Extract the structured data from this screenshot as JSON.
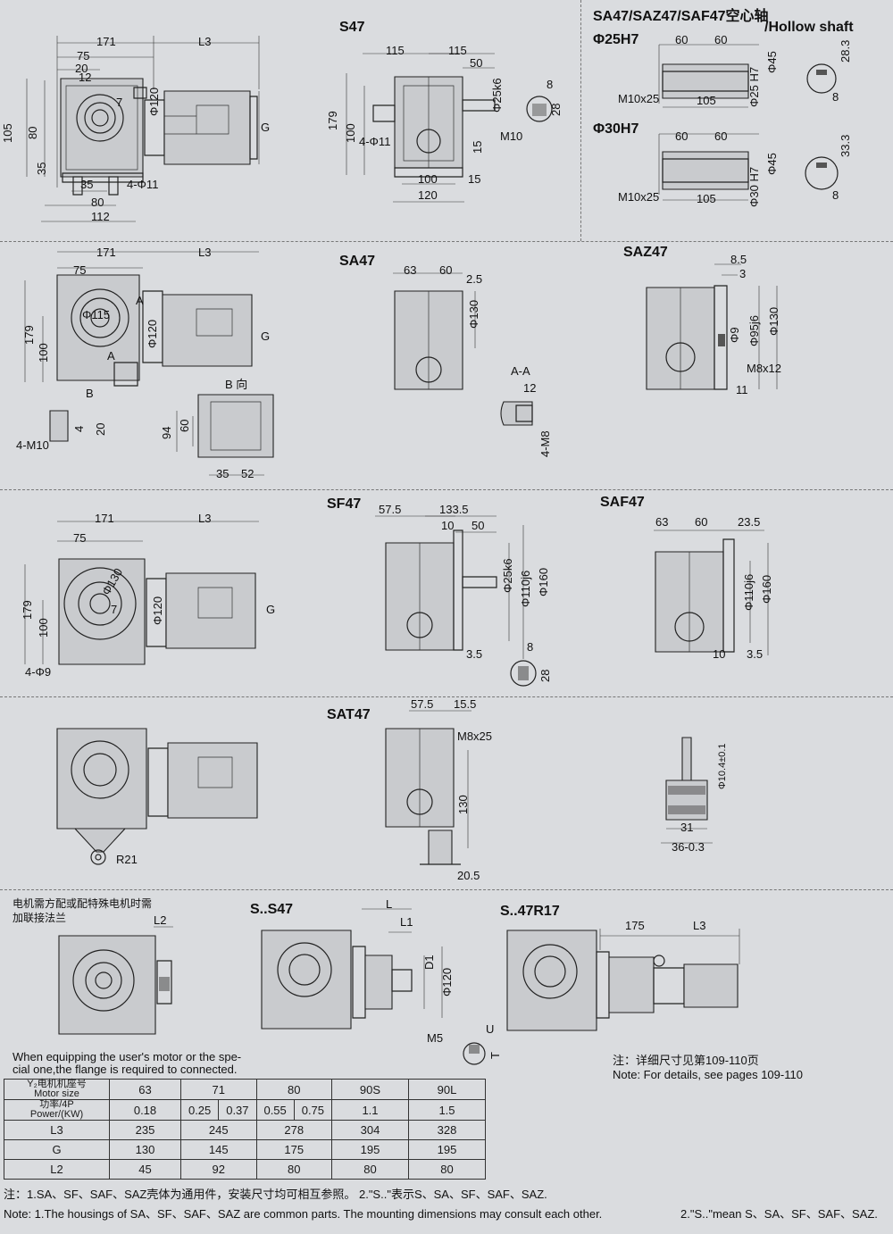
{
  "sections": {
    "s47": {
      "title": "S47",
      "dims": [
        "171",
        "L3",
        "75",
        "20",
        "12",
        "7",
        "Φ120",
        "G",
        "105",
        "80",
        "35",
        "35",
        "4-Φ11",
        "80",
        "112",
        "115",
        "115",
        "50",
        "Φ25k6",
        "8",
        "28",
        "M10",
        "179",
        "100",
        "4-Φ11",
        "15",
        "15",
        "100",
        "120"
      ]
    },
    "hollow": {
      "title": "SA47/SAZ47/SAF47空心轴",
      "title_en": "/Hollow shaft",
      "h25": "Φ25H7",
      "h30": "Φ30H7",
      "dims25": [
        "60",
        "60",
        "Φ45",
        "Φ25 H7",
        "M10x25",
        "105",
        "28.3",
        "8"
      ],
      "dims30": [
        "60",
        "60",
        "Φ45",
        "Φ30 H7",
        "M10x25",
        "105",
        "33.3",
        "8"
      ]
    },
    "sa47": {
      "title": "SA47",
      "dims": [
        "171",
        "L3",
        "75",
        "Φ115",
        "A",
        "A",
        "Φ120",
        "G",
        "179",
        "100",
        "B",
        "63",
        "60",
        "2.5",
        "Φ130",
        "4-M10",
        "20",
        "4",
        "B 向",
        "94",
        "60",
        "35",
        "52"
      ]
    },
    "saz47": {
      "title": "SAZ47",
      "dims": [
        "8.5",
        "3",
        "Φ95j6",
        "Φ130",
        "Φ9",
        "M8x12",
        "11"
      ]
    },
    "aa": {
      "title": "A-A",
      "dims": [
        "12",
        "4-M8"
      ]
    },
    "sf47": {
      "title": "SF47",
      "dims": [
        "171",
        "L3",
        "75",
        "Φ130",
        "7",
        "Φ120",
        "G",
        "179",
        "100",
        "4-Φ9",
        "57.5",
        "133.5",
        "10",
        "50",
        "Φ25k6",
        "Φ110j6",
        "Φ160",
        "3.5",
        "8",
        "28"
      ]
    },
    "saf47": {
      "title": "SAF47",
      "dims": [
        "63",
        "60",
        "23.5",
        "Φ110j6",
        "Φ160",
        "10",
        "3.5"
      ]
    },
    "sat47": {
      "title": "SAT47",
      "dims": [
        "57.5",
        "15.5",
        "M8x25",
        "130",
        "20.5",
        "R21",
        "Φ10.4±0.1",
        "31",
        "36-0.3"
      ]
    },
    "flange": {
      "note_cn_1": "电机需方配或配特殊电机时需",
      "note_cn_2": "加联接法兰",
      "dim": "L2",
      "note_en_1": "When equipping the user's motor or the spe-",
      "note_en_2": "cial one,the flange is required to connected."
    },
    "ss47": {
      "title": "S..S47",
      "dims": [
        "L",
        "L1",
        "D1",
        "Φ120",
        "M5",
        "U",
        "T"
      ]
    },
    "s47r17": {
      "title": "S..47R17",
      "dims": [
        "175",
        "L3"
      ],
      "note_cn": "注：详细尺寸见第109-110页",
      "note_en": "Note: For details, see pages 109-110"
    }
  },
  "table": {
    "row_heads": [
      [
        "Y₂电机机座号",
        "Motor size"
      ],
      [
        "功率/4P",
        "Power/(KW)"
      ],
      [
        "L3"
      ],
      [
        "G"
      ],
      [
        "L2"
      ]
    ],
    "motor_sizes": [
      "63",
      "71",
      "80",
      "90S",
      "90L"
    ],
    "power": [
      "0.18",
      "0.25",
      "0.37",
      "0.55",
      "0.75",
      "1.1",
      "1.5"
    ],
    "L3": [
      "235",
      "245",
      "278",
      "304",
      "328"
    ],
    "G": [
      "130",
      "145",
      "175",
      "195",
      "195"
    ],
    "L2": [
      "45",
      "92",
      "80",
      "80",
      "80"
    ]
  },
  "footnotes": {
    "cn": "注：1.SA、SF、SAF、SAZ壳体为通用件，安装尺寸均可相互参照。  2.\"S..\"表示S、SA、SF、SAF、SAZ.",
    "en_1": "Note: 1.The housings of SA、SF、SAF、SAZ are common parts. The mounting dimensions may consult each other.",
    "en_2": "2.\"S..\"mean S、SA、SF、SAF、SAZ."
  }
}
